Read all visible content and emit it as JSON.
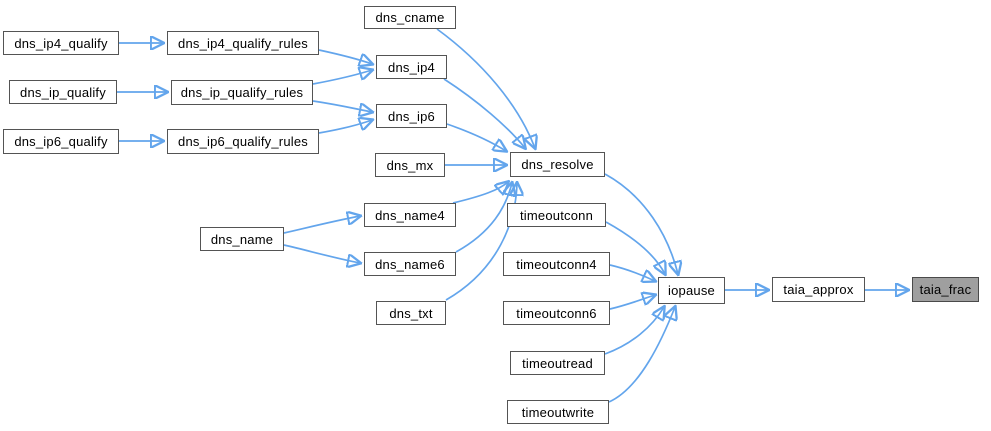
{
  "diagram": {
    "type": "call-graph",
    "colors": {
      "background": "#ffffff",
      "edge": "#63a5ec",
      "node_fill": "#ffffff",
      "node_border": "#545454",
      "highlighted_node_fill": "#9f9f9f",
      "text": "#000000"
    },
    "highlighted_node": "taia_frac",
    "nodes": {
      "dns_ip4_qualify": {
        "label": "dns_ip4_qualify"
      },
      "dns_ip_qualify": {
        "label": "dns_ip_qualify"
      },
      "dns_ip6_qualify": {
        "label": "dns_ip6_qualify"
      },
      "dns_ip4_qualify_rules": {
        "label": "dns_ip4_qualify_rules"
      },
      "dns_ip_qualify_rules": {
        "label": "dns_ip_qualify_rules"
      },
      "dns_ip6_qualify_rules": {
        "label": "dns_ip6_qualify_rules"
      },
      "dns_cname": {
        "label": "dns_cname"
      },
      "dns_ip4": {
        "label": "dns_ip4"
      },
      "dns_ip6": {
        "label": "dns_ip6"
      },
      "dns_mx": {
        "label": "dns_mx"
      },
      "dns_name": {
        "label": "dns_name"
      },
      "dns_name4": {
        "label": "dns_name4"
      },
      "dns_name6": {
        "label": "dns_name6"
      },
      "dns_txt": {
        "label": "dns_txt"
      },
      "dns_resolve": {
        "label": "dns_resolve"
      },
      "timeoutconn": {
        "label": "timeoutconn"
      },
      "timeoutconn4": {
        "label": "timeoutconn4"
      },
      "timeoutconn6": {
        "label": "timeoutconn6"
      },
      "timeoutread": {
        "label": "timeoutread"
      },
      "timeoutwrite": {
        "label": "timeoutwrite"
      },
      "iopause": {
        "label": "iopause"
      },
      "taia_approx": {
        "label": "taia_approx"
      },
      "taia_frac": {
        "label": "taia_frac"
      }
    },
    "edges": [
      {
        "from": "dns_ip4_qualify",
        "to": "dns_ip4_qualify_rules"
      },
      {
        "from": "dns_ip_qualify",
        "to": "dns_ip_qualify_rules"
      },
      {
        "from": "dns_ip6_qualify",
        "to": "dns_ip6_qualify_rules"
      },
      {
        "from": "dns_ip4_qualify_rules",
        "to": "dns_ip4"
      },
      {
        "from": "dns_ip_qualify_rules",
        "to": "dns_ip4"
      },
      {
        "from": "dns_ip_qualify_rules",
        "to": "dns_ip6"
      },
      {
        "from": "dns_ip6_qualify_rules",
        "to": "dns_ip6"
      },
      {
        "from": "dns_cname",
        "to": "dns_resolve"
      },
      {
        "from": "dns_ip4",
        "to": "dns_resolve"
      },
      {
        "from": "dns_ip6",
        "to": "dns_resolve"
      },
      {
        "from": "dns_mx",
        "to": "dns_resolve"
      },
      {
        "from": "dns_name",
        "to": "dns_name4"
      },
      {
        "from": "dns_name",
        "to": "dns_name6"
      },
      {
        "from": "dns_name4",
        "to": "dns_resolve"
      },
      {
        "from": "dns_name6",
        "to": "dns_resolve"
      },
      {
        "from": "dns_txt",
        "to": "dns_resolve"
      },
      {
        "from": "dns_resolve",
        "to": "iopause"
      },
      {
        "from": "timeoutconn",
        "to": "iopause"
      },
      {
        "from": "timeoutconn4",
        "to": "iopause"
      },
      {
        "from": "timeoutconn6",
        "to": "iopause"
      },
      {
        "from": "timeoutread",
        "to": "iopause"
      },
      {
        "from": "timeoutwrite",
        "to": "iopause"
      },
      {
        "from": "iopause",
        "to": "taia_approx"
      },
      {
        "from": "taia_approx",
        "to": "taia_frac"
      }
    ]
  }
}
